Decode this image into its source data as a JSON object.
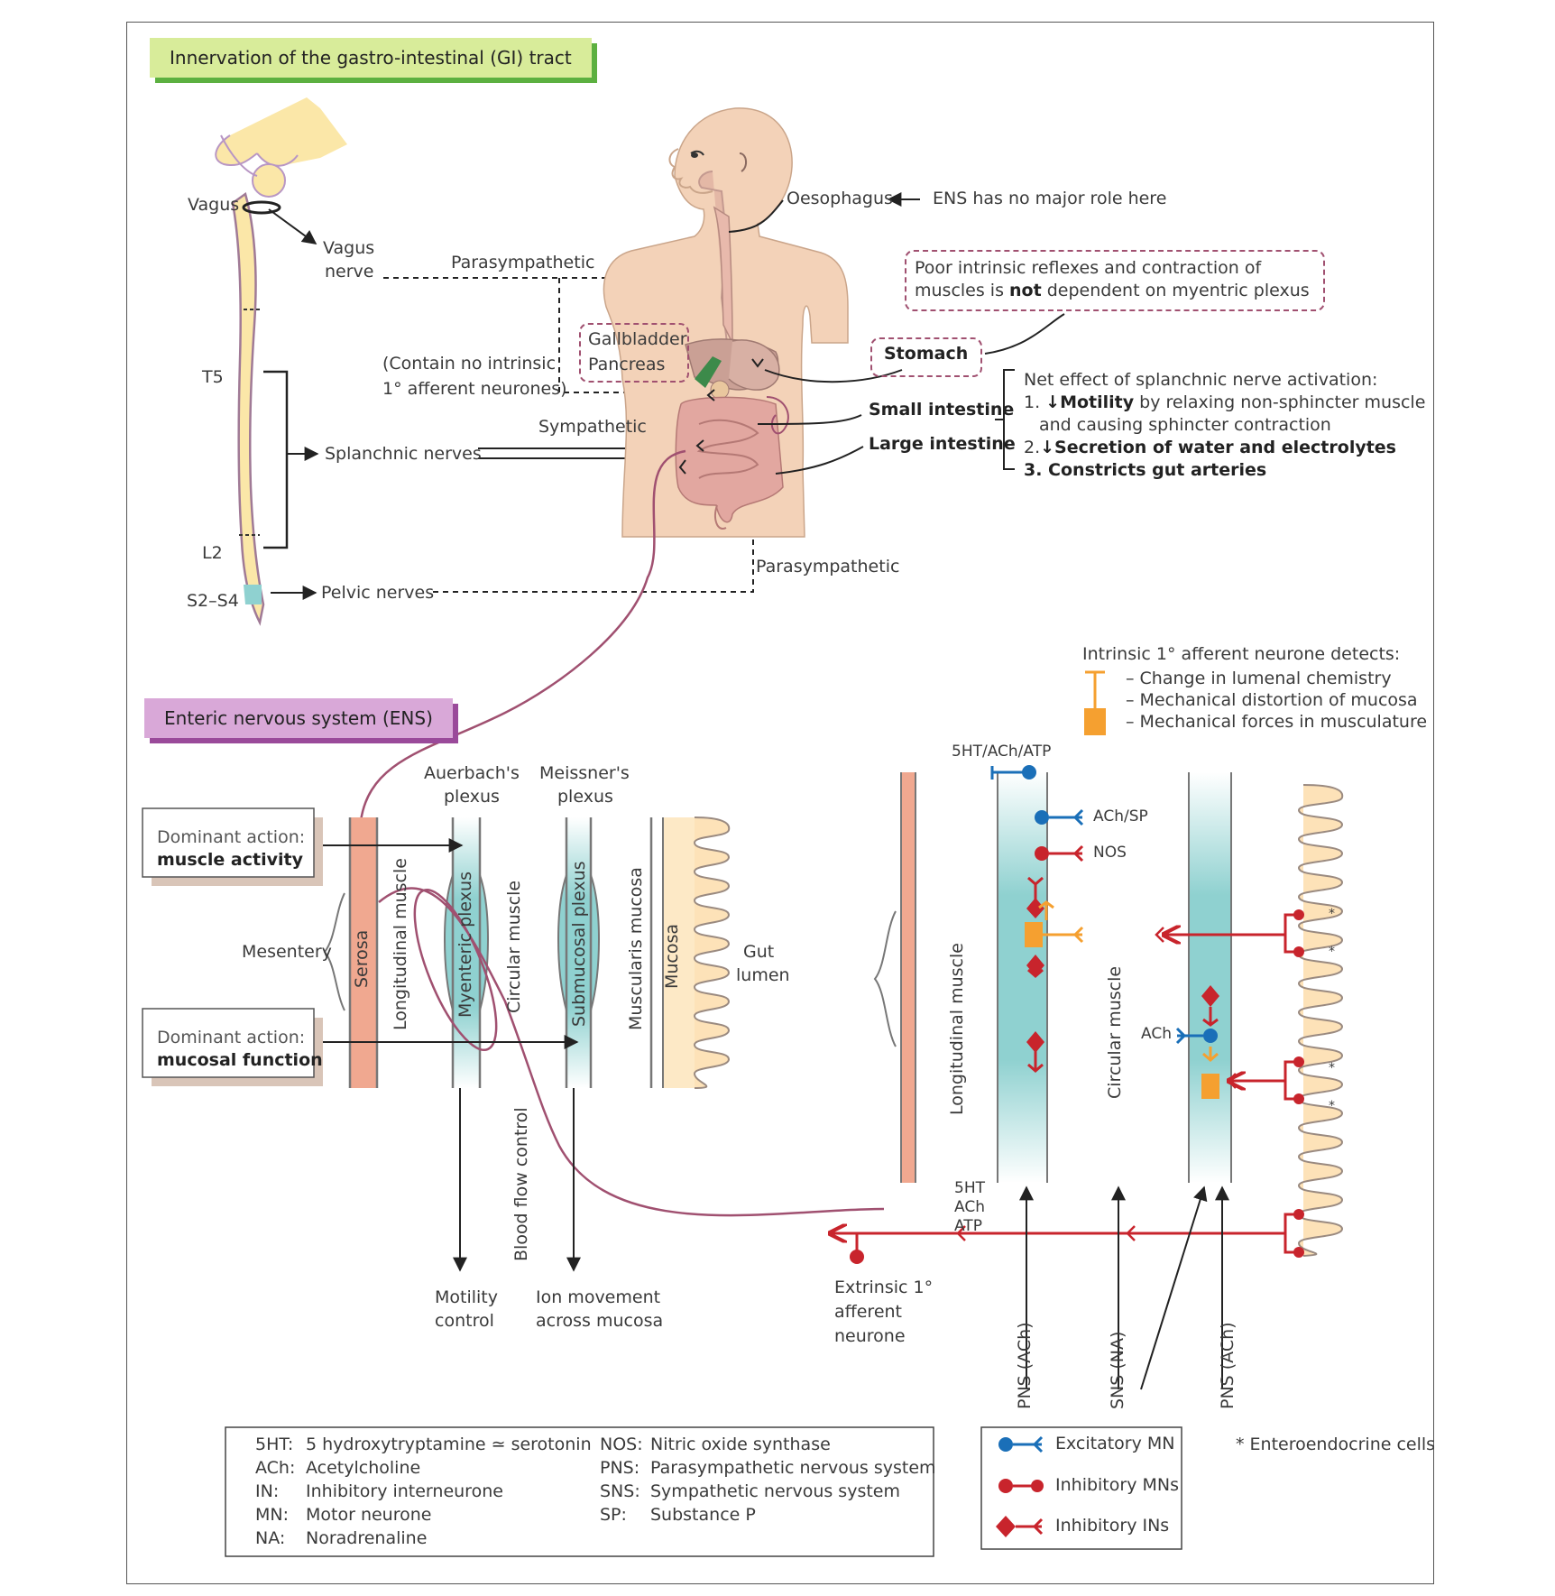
{
  "title": "Innervation of the gastro-intestinal (GI) tract",
  "ens_title": "Enteric nervous system (ENS)",
  "spine": {
    "vagus": "Vagus",
    "vagus_nerve": [
      "Vagus",
      "nerve"
    ],
    "t5": "T5",
    "l2": "L2",
    "s2s4": "S2–S4",
    "splanchnic": "Splanchnic nerves",
    "pelvic": "Pelvic nerves"
  },
  "body_labels": {
    "parasympathetic_top": "Parasympathetic",
    "parasympathetic_bottom": "Parasympathetic",
    "sympathetic": "Sympathetic",
    "no_intrinsic": [
      "(Contain no intrinsic",
      "1° afferent neurones)"
    ],
    "gallbladder": "Gallbladder",
    "pancreas": "Pancreas",
    "oesophagus": "Oesophagus",
    "ens_no_role": "ENS has no major role here",
    "stomach": "Stomach",
    "stomach_note_1": "Poor intrinsic reflexes and contraction of",
    "stomach_note_2a": "muscles is ",
    "stomach_note_2b": "not",
    "stomach_note_2c": " dependent on myentric plexus",
    "small_intestine": "Small intestine",
    "large_intestine": "Large intestine"
  },
  "net_effect": {
    "heading": "Net effect of splanchnic nerve activation:",
    "item1_num": "1. ",
    "item1_bold": "↓Motility",
    "item1_rest": " by relaxing non-sphincter muscle",
    "item1_cont": "and causing sphincter contraction",
    "item2_num": "2.",
    "item2_bold": "↓Secretion of water and electrolytes",
    "item3": "3. Constricts gut arteries"
  },
  "ens": {
    "dominant_action": "Dominant action:",
    "muscle_activity": "muscle activity",
    "mucosal_function": "mucosal function",
    "auerbach": [
      "Auerbach's",
      "plexus"
    ],
    "meissner": [
      "Meissner's",
      "plexus"
    ],
    "mesentery": "Mesentery",
    "gut_lumen": [
      "Gut",
      "lumen"
    ],
    "serosa": "Serosa",
    "longitudinal_muscle": "Longitudinal muscle",
    "myenteric_plexus": "Myenteric plexus",
    "circular_muscle": "Circular muscle",
    "submucosal_plexus": "Submucosal plexus",
    "muscularis_mucosa": "Muscularis mucosa",
    "mucosa": "Mucosa",
    "blood_flow": "Blood flow control",
    "motility_control": [
      "Motility",
      "control"
    ],
    "ion_movement": [
      "Ion movement",
      "across mucosa"
    ]
  },
  "detail": {
    "detects_heading": "Intrinsic 1° afferent neurone detects:",
    "detects": [
      "– Change in lumenal chemistry",
      "– Mechanical distortion of mucosa",
      "– Mechanical forces in musculature"
    ],
    "ht_ach_atp": "5HT/ACh/ATP",
    "ach_sp": "ACh/SP",
    "nos": "NOS",
    "ach": "ACh",
    "transmitters": [
      "5HT",
      "ACh",
      "ATP"
    ],
    "longitudinal_muscle": "Longitudinal muscle",
    "circular_muscle": "Circular muscle",
    "extrinsic": [
      "Extrinsic 1°",
      "afferent",
      "neurone"
    ],
    "pns1": "PNS (ACh)",
    "sns": "SNS (NA)",
    "pns2": "PNS (ACh)",
    "star": "*"
  },
  "abbreviations": [
    {
      "abbr": "5HT:",
      "text": "5 hydroxytryptamine ≃ serotonin"
    },
    {
      "abbr": "ACh:",
      "text": "Acetylcholine"
    },
    {
      "abbr": "IN:",
      "text": "Inhibitory interneurone"
    },
    {
      "abbr": "MN:",
      "text": "Motor neurone"
    },
    {
      "abbr": "NA:",
      "text": "Noradrenaline"
    },
    {
      "abbr": "NOS:",
      "text": "Nitric oxide synthase"
    },
    {
      "abbr": "PNS:",
      "text": "Parasympathetic nervous system"
    },
    {
      "abbr": "SNS:",
      "text": "Sympathetic nervous system"
    },
    {
      "abbr": "SP:",
      "text": "Substance P"
    }
  ],
  "legend": {
    "excitatory": "Excitatory MN",
    "inhibitory_mns": "Inhibitory MNs",
    "inhibitory_ins": "Inhibitory INs",
    "enteroendocrine": "* Enteroendocrine cells"
  },
  "colors": {
    "banner_green": "#d8ec9a",
    "banner_purple": "#d9a8d8",
    "skin": "#f3d2b8",
    "spine": "#fbe7a8",
    "blue": "#1a6fb8",
    "red": "#c8242c",
    "orange": "#f5a030",
    "teal": "#8fd1d0",
    "pink": "#a05070"
  }
}
